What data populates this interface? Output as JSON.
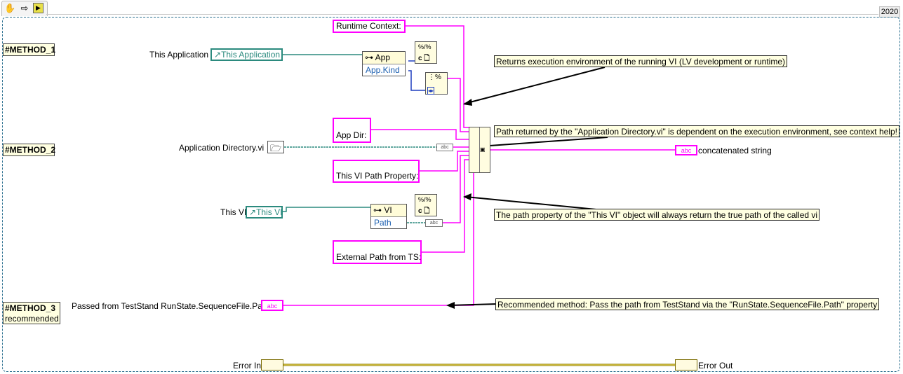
{
  "toolbar": {
    "icons": [
      "hand-icon",
      "arrow-icon",
      "vi-icon"
    ],
    "version": "2020"
  },
  "methods": {
    "m1": "#METHOD_1",
    "m2": "#METHOD_2",
    "m3_line1": "#METHOD_3",
    "m3_line2": "recommended"
  },
  "constants": {
    "runtime_context": "Runtime Context:",
    "app_dir": "App Dir:",
    "vi_path_property": "This VI Path Property:",
    "external_path": "External Path from TS:"
  },
  "labels": {
    "this_application": "This Application",
    "application_directory": "Application Directory.vi",
    "this_vi": "This VI",
    "passed_from_ts": "Passed from TestStand RunState.SequenceFile.Path",
    "concatenated": "concatenated string",
    "error_in": "Error In",
    "error_out": "Error Out"
  },
  "refs": {
    "this_application": "This Application",
    "this_vi": "This VI"
  },
  "property_nodes": {
    "app": {
      "class": "App",
      "property": "App.Kind"
    },
    "vi": {
      "class": "VI",
      "property": "Path"
    }
  },
  "terminals": {
    "abc": "abc"
  },
  "comments": {
    "c1": "Returns execution environment of the running VI (LV development or runtime)",
    "c2": "Path returned by the \"Application Directory.vi\" is dependent on the execution environment, see context help!",
    "c3": "The path property of the \"This VI\" object will always return the true path of the called vi",
    "c4": "Recommended method: Pass the path from TestStand via the \"RunState.SequenceFile.Path\" property"
  },
  "colors": {
    "string_wire": "#ff00ff",
    "ref_wire": "#2b8a7e",
    "path_wire": "#2b8a7e",
    "enum_wire": "#1f3fbf",
    "error_wire": "#8a7a00",
    "frame": "#2a6f8f"
  }
}
